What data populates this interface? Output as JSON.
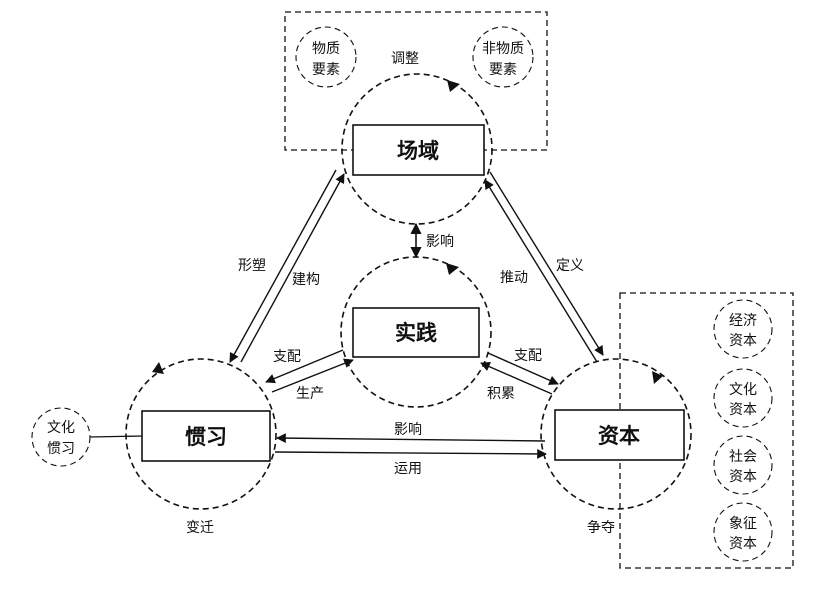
{
  "diagram": {
    "nodes": {
      "field": "场域",
      "practice": "实践",
      "habitus": "惯习",
      "capital": "资本"
    },
    "field_elements": {
      "label": "调整",
      "material": [
        "物质",
        "要素"
      ],
      "nonmaterial": [
        "非物质",
        "要素"
      ]
    },
    "cultural_habitus": [
      "文化",
      "惯习"
    ],
    "capital_types": [
      [
        "经济",
        "资本"
      ],
      [
        "文化",
        "资本"
      ],
      [
        "社会",
        "资本"
      ],
      [
        "象征",
        "资本"
      ]
    ],
    "edges": {
      "field_practice": "影响",
      "habitus_to_field_outer": "形塑",
      "field_to_habitus_inner": "建构",
      "field_to_capital_inner": "推动",
      "capital_to_field_outer": "定义",
      "practice_to_habitus": "支配",
      "habitus_to_practice": "生产",
      "practice_to_capital": "支配",
      "capital_to_practice": "积累",
      "capital_to_habitus": "影响",
      "habitus_to_capital": "运用"
    },
    "cycles": {
      "habitus": "变迁",
      "capital": "争夺"
    }
  }
}
